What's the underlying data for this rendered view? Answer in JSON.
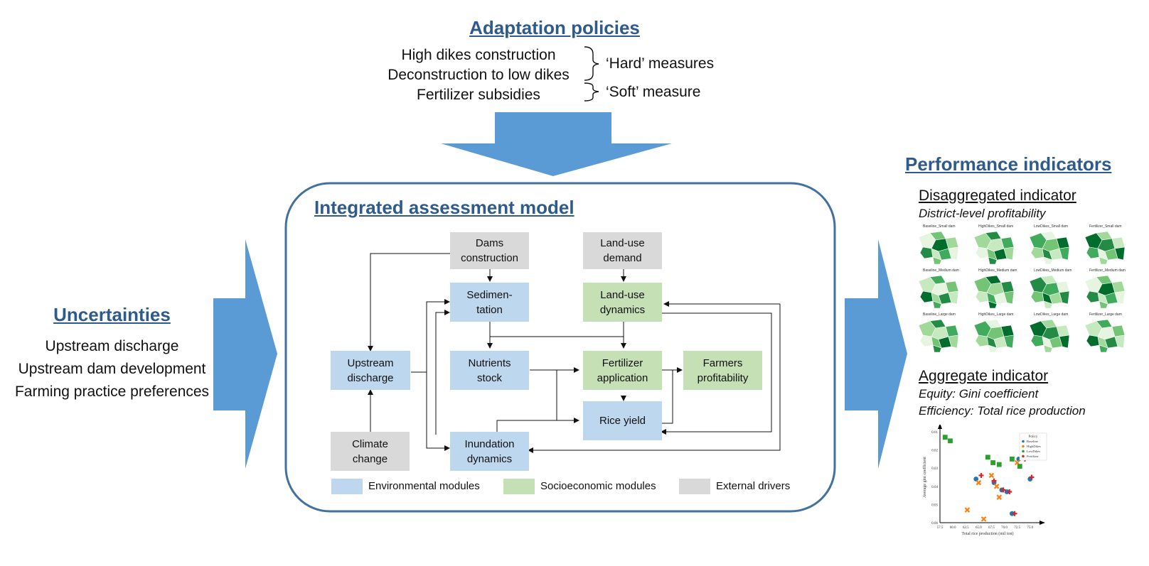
{
  "colors": {
    "heading": "#2e5b8c",
    "big_arrow": "#5b9bd5",
    "environmental": "#bdd7ee",
    "socioeconomic": "#c5e0b4",
    "external": "#d9d9d9",
    "frame": "#41719c"
  },
  "adaptation": {
    "title": "Adaptation policies",
    "items": [
      "High dikes construction",
      "Deconstruction to low dikes",
      "Fertilizer subsidies"
    ],
    "hard_label": "‘Hard’ measures",
    "soft_label": "‘Soft’ measure"
  },
  "uncertainties": {
    "title": "Uncertainties",
    "items": [
      "Upstream discharge",
      "Upstream dam development",
      "Farming practice preferences"
    ]
  },
  "model": {
    "title": "Integrated assessment model",
    "modules": {
      "dams": "Dams construction",
      "landuse_demand": "Land-use demand",
      "sedimentation": "Sedimen- tation",
      "landuse_dynamics": "Land-use dynamics",
      "upstream": "Upstream discharge",
      "nutrients": "Nutrients stock",
      "fertilizer": "Fertilizer application",
      "farmers": "Farmers profitability",
      "rice": "Rice yield",
      "climate": "Climate change",
      "inundation": "Inundation dynamics"
    },
    "legend": [
      "Environmental modules",
      "Socioeconomic modules",
      "External drivers"
    ]
  },
  "performance": {
    "title": "Performance indicators",
    "disaggregated_title": "Disaggregated indicator",
    "disaggregated_sub": "District-level profitability",
    "aggregate_title": "Aggregate indicator",
    "equity": "Equity: Gini coefficient",
    "efficiency": "Efficiency: Total rice production",
    "map_titles": [
      "Baseline_Small dam",
      "HighDikes_Small dam",
      "LowDikes_Small dam",
      "Fertilizer_Small dam",
      "Baseline_Medium dam",
      "HighDikes_Medium dam",
      "LowDikes_Medium dam",
      "Fertilizer_Medium dam",
      "Baseline_Large dam",
      "HighDikes_Large dam",
      "LowDikes_Large dam",
      "Fertilizer_Large dam"
    ]
  },
  "chart_data": {
    "type": "scatter",
    "xlabel": "Total rice production (mil ton)",
    "ylabel": "Average gini coefficient",
    "xlim": [
      57.5,
      76.0
    ],
    "ylim": [
      0.01,
      0.06
    ],
    "x_ticks": [
      "57.5",
      "60.0",
      "62.5",
      "65.0",
      "67.5",
      "70.0",
      "72.5",
      "75.0"
    ],
    "y_ticks": [
      "0.01",
      "0.02",
      "0.03",
      "0.04",
      "0.05",
      "0.06"
    ],
    "legend_title": "Policy",
    "legend_position": "top-right",
    "series": [
      {
        "name": "Baseline",
        "color": "#1f77b4",
        "marker": "circle",
        "points": [
          [
            64.5,
            0.036
          ],
          [
            68.0,
            0.038
          ],
          [
            69.5,
            0.042
          ],
          [
            70.5,
            0.043
          ],
          [
            71.5,
            0.055
          ],
          [
            72.8,
            0.025
          ],
          [
            75.0,
            0.036
          ]
        ]
      },
      {
        "name": "HighDikes",
        "color": "#ff7f0e",
        "marker": "x",
        "points": [
          [
            62.8,
            0.053
          ],
          [
            66.0,
            0.058
          ],
          [
            65.0,
            0.038
          ],
          [
            67.5,
            0.034
          ],
          [
            68.5,
            0.04
          ],
          [
            69.0,
            0.046
          ],
          [
            72.5,
            0.027
          ]
        ]
      },
      {
        "name": "LowDikes",
        "color": "#2ca02c",
        "marker": "square",
        "points": [
          [
            58.5,
            0.013
          ],
          [
            59.5,
            0.015
          ],
          [
            66.8,
            0.024
          ],
          [
            67.8,
            0.027
          ],
          [
            69.0,
            0.028
          ],
          [
            71.5,
            0.025
          ],
          [
            73.0,
            0.029
          ]
        ]
      },
      {
        "name": "Fertilizer",
        "color": "#d62728",
        "marker": "plus",
        "points": [
          [
            65.5,
            0.034
          ],
          [
            68.0,
            0.037
          ],
          [
            69.8,
            0.042
          ],
          [
            71.0,
            0.043
          ],
          [
            72.0,
            0.055
          ],
          [
            74.0,
            0.025
          ],
          [
            75.3,
            0.035
          ]
        ]
      }
    ]
  }
}
